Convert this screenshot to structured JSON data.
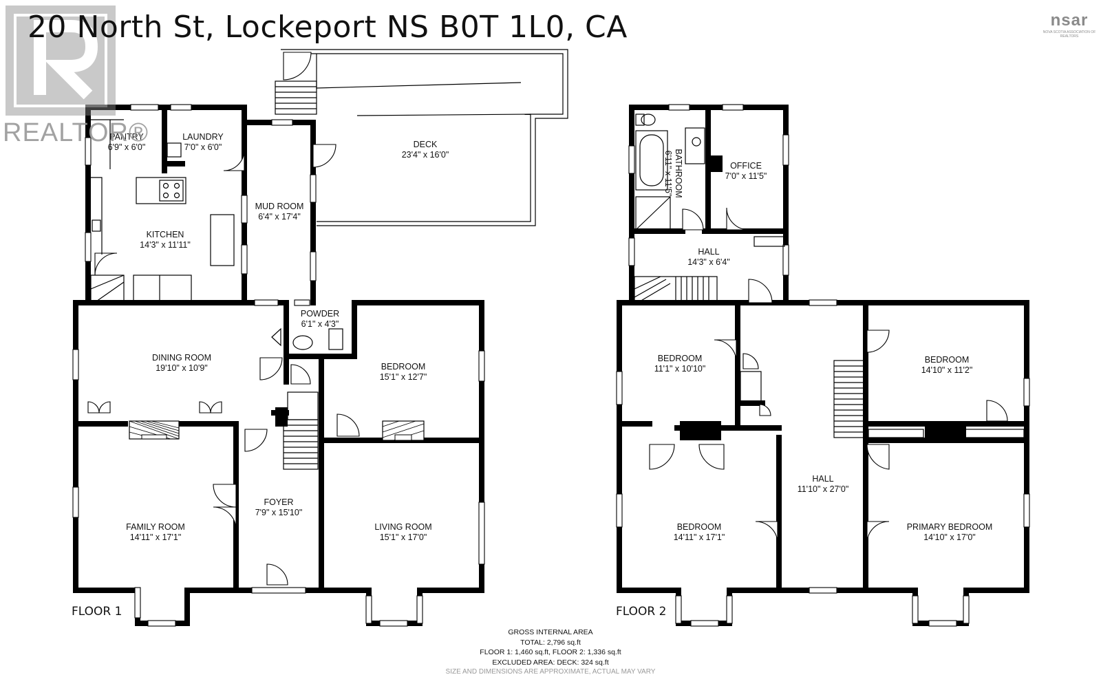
{
  "title": "20 North St, Lockeport NS B0T 1L0, CA",
  "watermark": {
    "text": "REALTOR®",
    "logo_icon": "realtor-r-logo-icon"
  },
  "association": {
    "logo_text": "nsar",
    "subtext": "NOVA SCOTIA ASSOCIATION OF REALTORS"
  },
  "floors": {
    "floor1": {
      "label": "FLOOR 1",
      "rooms": {
        "pantry": {
          "name": "PANTRY",
          "dims": "6'9\" x 6'0\""
        },
        "laundry": {
          "name": "LAUNDRY",
          "dims": "7'0\" x 6'0\""
        },
        "deck": {
          "name": "DECK",
          "dims": "23'4\" x 16'0\""
        },
        "mud_room": {
          "name": "MUD ROOM",
          "dims": "6'4\" x 17'4\""
        },
        "kitchen": {
          "name": "KITCHEN",
          "dims": "14'3\" x 11'11\""
        },
        "powder": {
          "name": "POWDER",
          "dims": "6'1\" x 4'3\""
        },
        "dining_room": {
          "name": "DINING ROOM",
          "dims": "19'10\" x 10'9\""
        },
        "bedroom": {
          "name": "BEDROOM",
          "dims": "15'1\" x 12'7\""
        },
        "foyer": {
          "name": "FOYER",
          "dims": "7'9\" x 15'10\""
        },
        "family_room": {
          "name": "FAMILY ROOM",
          "dims": "14'11\" x 17'1\""
        },
        "living_room": {
          "name": "LIVING ROOM",
          "dims": "15'1\" x 17'0\""
        }
      }
    },
    "floor2": {
      "label": "FLOOR 2",
      "rooms": {
        "bathroom": {
          "name": "BATHROOM",
          "dims": "6'11\" x 11'5\""
        },
        "office": {
          "name": "OFFICE",
          "dims": "7'0\" x 11'5\""
        },
        "hall_upper": {
          "name": "HALL",
          "dims": "14'3\" x 6'4\""
        },
        "bedroom_nw": {
          "name": "BEDROOM",
          "dims": "11'1\" x 10'10\""
        },
        "bedroom_ne": {
          "name": "BEDROOM",
          "dims": "14'10\" x 11'2\""
        },
        "hall_main": {
          "name": "HALL",
          "dims": "11'10\" x 27'0\""
        },
        "bedroom_sw": {
          "name": "BEDROOM",
          "dims": "14'11\" x 17'1\""
        },
        "primary_bedroom": {
          "name": "PRIMARY BEDROOM",
          "dims": "14'10\" x 17'0\""
        }
      }
    }
  },
  "gross_area": {
    "heading": "GROSS INTERNAL AREA",
    "total": "TOTAL: 2,796 sq.ft",
    "floors": "FLOOR 1: 1,460 sq.ft, FLOOR 2: 1,336 sq.ft",
    "excluded": "EXCLUDED AREA: DECK: 324 sq.ft",
    "note": "SIZE AND DIMENSIONS ARE APPROXIMATE, ACTUAL MAY VARY"
  }
}
